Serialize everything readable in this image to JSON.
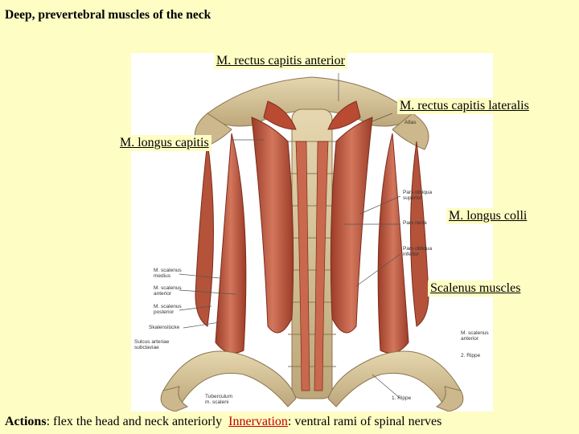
{
  "slide": {
    "title": "Deep, prevertebral muscles of the neck"
  },
  "callouts": {
    "rectus_capitis_anterior": "M. rectus capitis anterior",
    "rectus_capitis_lateralis": "M. rectus capitis lateralis",
    "longus_capitis": "M. longus capitis",
    "longus_colli": "M. longus colli",
    "scalenus": "Scalenus muscles"
  },
  "figure_labels": {
    "atlas": "Atlas",
    "pars_obliqua_superior_1": "Pars obliqua",
    "pars_obliqua_superior_2": "superior",
    "pars_recta": "Pars recta",
    "pars_obliqua_inferior_1": "Pars obliqua",
    "pars_obliqua_inferior_2": "inferior",
    "scalenus_medius_1": "M. scalenus",
    "scalenus_medius_2": "medius",
    "scalenus_anterior_1": "M. scalenus",
    "scalenus_anterior_2": "anterior",
    "scalenus_posterior_1": "M. scalenus",
    "scalenus_posterior_2": "posterior",
    "scalenusticke": "Skalenslücke",
    "sulcus_1": "Sulcus arteriae",
    "sulcus_2": "subclaviae",
    "tuberculum_1": "Tuberculum",
    "tuberculum_2": "m. scaleni",
    "first_rib": "1. Rippe",
    "second_rib": "2. Rippe",
    "right_top_1": "M. scalenus",
    "right_top_2": "anterior"
  },
  "caption": {
    "actions_label": "Actions",
    "actions_text": ": flex the head and neck anteriorly",
    "innervation_label": "Innervation",
    "innervation_text": ": ventral rami of spinal nerves"
  },
  "colors": {
    "background": "#fefdc4",
    "muscle": "#b9553d",
    "bone": "#d8c49a",
    "accent_red": "#c00000"
  }
}
